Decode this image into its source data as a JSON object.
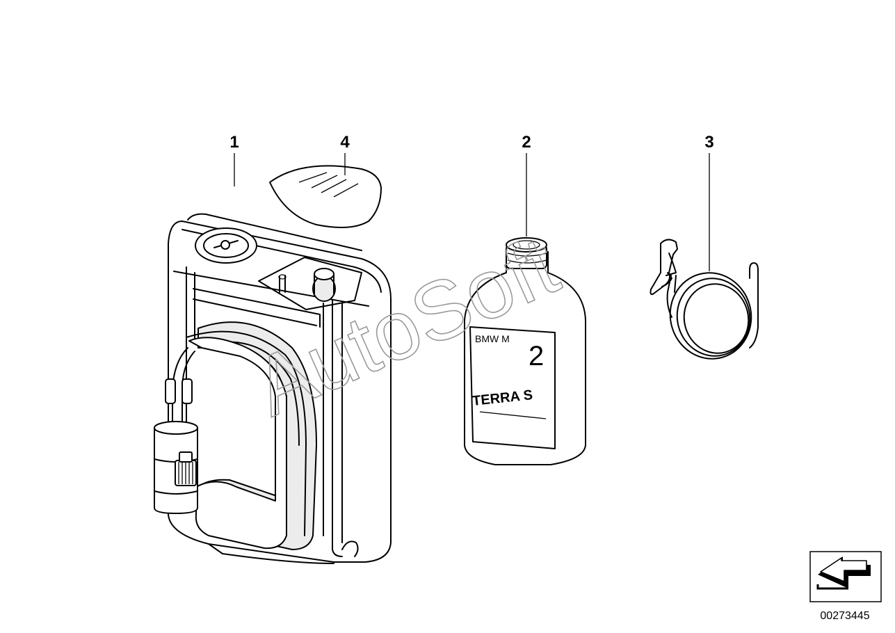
{
  "diagram": {
    "callouts": [
      {
        "id": "1",
        "label": "1"
      },
      {
        "id": "4",
        "label": "4"
      },
      {
        "id": "2",
        "label": "2"
      },
      {
        "id": "3",
        "label": "3"
      }
    ],
    "bottle_label": {
      "brand_text": "BMW M",
      "number_text": "2",
      "product_text": "TERRA S"
    },
    "watermark_text": "AutoSoft",
    "document_number": "00273445",
    "icon": "return-arrow-icon"
  }
}
